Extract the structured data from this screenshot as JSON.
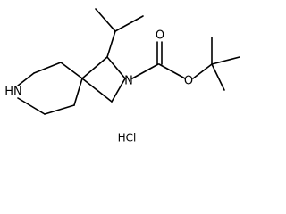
{
  "structure": {
    "atom_labels": {
      "n_piperidine": "HN",
      "n_azetidine": "N",
      "o_carbonyl": "O",
      "o_ester": "O"
    },
    "salt_label": "HCl"
  }
}
